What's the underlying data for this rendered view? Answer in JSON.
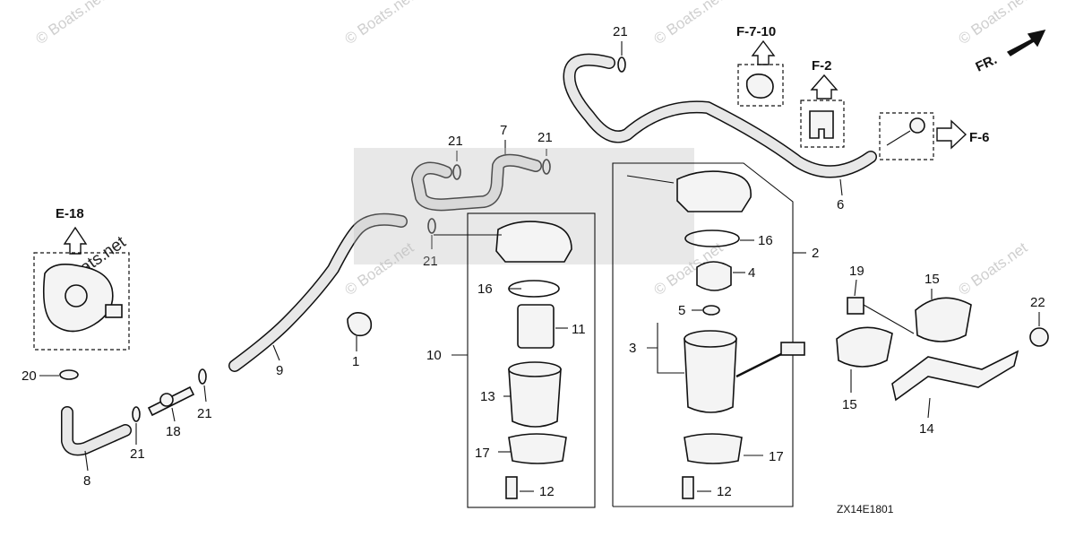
{
  "watermark": "© Boats.net",
  "direction_label": "FR.",
  "diagram_code": "ZX14E1801",
  "refs": {
    "e18": "E-18",
    "f710": "F-7-10",
    "f2": "F-2",
    "f6": "F-6"
  },
  "parts": {
    "p1": "1",
    "p2": "2",
    "p3": "3",
    "p4": "4",
    "p5": "5",
    "p6": "6",
    "p7": "7",
    "p8": "8",
    "p9": "9",
    "p10": "10",
    "p11": "11",
    "p12": "12",
    "p13": "13",
    "p14": "14",
    "p15": "15",
    "p16": "16",
    "p17": "17",
    "p18": "18",
    "p19": "19",
    "p20": "20",
    "p21": "21",
    "p22": "22"
  },
  "colors": {
    "line": "#111111",
    "fill": "#f4f4f4",
    "watermark": "#cfcfcf"
  }
}
